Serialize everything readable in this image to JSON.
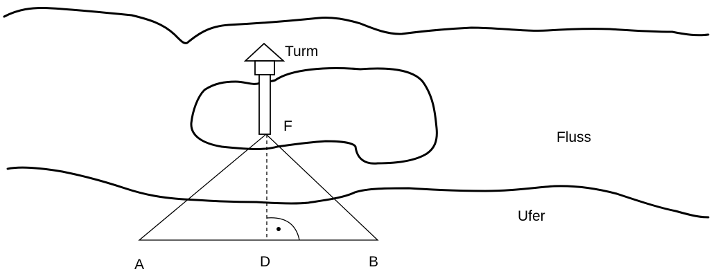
{
  "labels": {
    "tower": "Turm",
    "point_f": "F",
    "river": "Fluss",
    "bank": "Ufer",
    "point_a": "A",
    "point_d": "D",
    "point_b": "B"
  },
  "colors": {
    "stroke": "#000000",
    "background": "#ffffff"
  }
}
